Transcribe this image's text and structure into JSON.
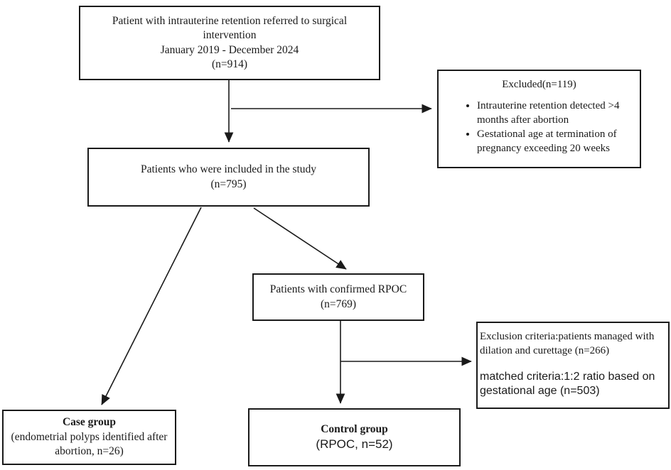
{
  "figure": {
    "kind": "study-flow-diagram"
  },
  "boxes": {
    "referred": {
      "line1": "Patient with intrauterine retention referred to surgical intervention",
      "line2": "January 2019 - December 2024",
      "line3": "(n=914)"
    },
    "excluded": {
      "title": "Excluded(n=119)",
      "bullet1": "Intrauterine retention detected >4 months after abortion",
      "bullet2": "Gestational age at termination of pregnancy exceeding 20 weeks"
    },
    "included": {
      "line1": "Patients who were included in the study",
      "line2": "(n=795)"
    },
    "rpoc": {
      "line1": "Patients with confirmed RPOC",
      "line2": "(n=769)"
    },
    "exclusion_criteria": {
      "para1": "Exclusion criteria:patients managed with dilation and curettage (n=266)",
      "para2": "matched criteria:1:2 ratio based on gestational age (n=503)"
    },
    "case_group": {
      "title": "Case group",
      "subtitle": "(endometrial polyps identified  after abortion, n=26)"
    },
    "control_group": {
      "title": "Control group",
      "subtitle": "(RPOC, n=52)"
    }
  },
  "colors": {
    "background": "#ffffff",
    "border": "#1a1a1a",
    "text": "#1a1a1a",
    "arrow": "#1a1a1a"
  }
}
